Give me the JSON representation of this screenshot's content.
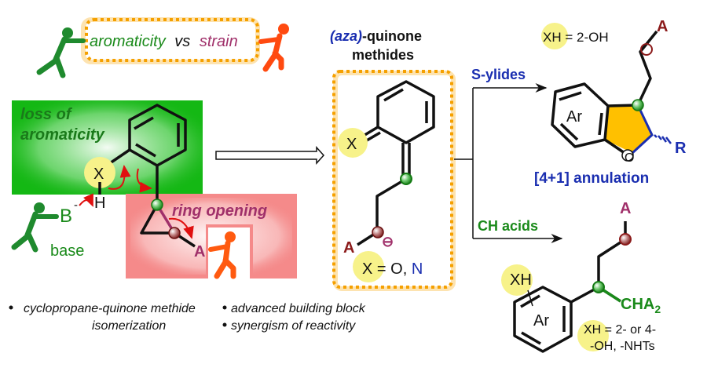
{
  "header": {
    "left_word": "aromaticity",
    "mid_word": "vs",
    "right_word": "strain"
  },
  "left_panel": {
    "green_box_label_line1": "loss of",
    "green_box_label_line2": "aromaticity",
    "red_box_label": "ring opening",
    "x_atom": "X",
    "h_atom": "H",
    "base_atom": "B",
    "base_charge": "-",
    "base_label": "base",
    "a_atom": "A"
  },
  "middle_panel": {
    "title_prefix": "(aza)",
    "title_suffix": "-quinone",
    "title_line2": "methides",
    "x_atom": "X",
    "a_atom": "A",
    "charge_symbol": "⊖",
    "legend_x": "X",
    "legend_eq": " = O, ",
    "legend_n": "N"
  },
  "branches": {
    "top_label": "S-ylides",
    "bottom_label": "CH acids"
  },
  "top_product": {
    "xh_label": "XH",
    "xh_value": " = 2-OH",
    "a_atom": "A",
    "ar_label": "Ar",
    "o_atom": "O",
    "r_atom": "R",
    "caption": "[4+1] annulation"
  },
  "bottom_product": {
    "a_atom": "A",
    "xh_label": "XH",
    "ar_label": "Ar",
    "cha2_label": "CHA",
    "cha2_sub": "2",
    "xh_note_label": "XH",
    "xh_note_line1": " = 2- or 4-",
    "xh_note_line2": "-OH, -NHTs"
  },
  "bullets": {
    "left_line1": "cyclopropane-quinone methide",
    "left_line2": "isomerization",
    "right_item1": "advanced building block",
    "right_item2": "synergism of reactivity"
  },
  "colors": {
    "green_text": "#1a8a1a",
    "strain_text": "#a0306a",
    "blue_text": "#1a2eb0",
    "dark_red": "#8b1a1a",
    "orange_dots": "#f5a000",
    "yellow_highlight": "#f7f28a",
    "green_person": "#1f8a2e",
    "orange_person": "#ff4a10",
    "annulation_fill": "#ffc000"
  }
}
